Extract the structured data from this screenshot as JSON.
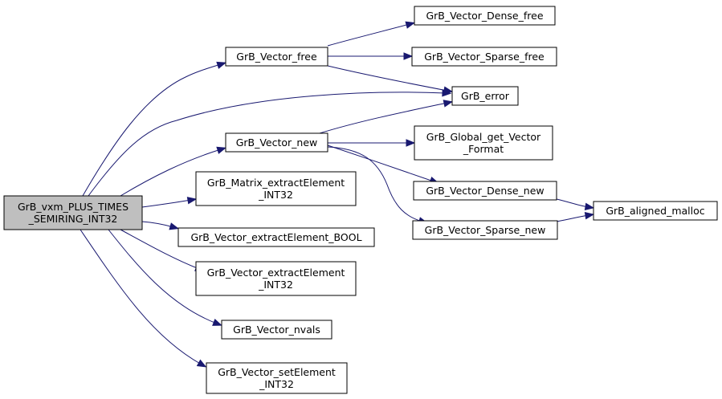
{
  "graph": {
    "edge_color": "#191970",
    "root_fill": "#bfbfbf",
    "nodes": [
      {
        "id": "root",
        "lines": [
          "GrB_vxm_PLUS_TIMES",
          "_SEMIRING_INT32"
        ],
        "root": true
      },
      {
        "id": "vfree",
        "lines": [
          "GrB_Vector_free"
        ]
      },
      {
        "id": "vnew",
        "lines": [
          "GrB_Vector_new"
        ]
      },
      {
        "id": "mextract",
        "lines": [
          "GrB_Matrix_extractElement",
          "_INT32"
        ]
      },
      {
        "id": "vextractbool",
        "lines": [
          "GrB_Vector_extractElement_BOOL"
        ]
      },
      {
        "id": "vextractint",
        "lines": [
          "GrB_Vector_extractElement",
          "_INT32"
        ]
      },
      {
        "id": "vnvals",
        "lines": [
          "GrB_Vector_nvals"
        ]
      },
      {
        "id": "vset",
        "lines": [
          "GrB_Vector_setElement",
          "_INT32"
        ]
      },
      {
        "id": "densefree",
        "lines": [
          "GrB_Vector_Dense_free"
        ]
      },
      {
        "id": "sparsefree",
        "lines": [
          "GrB_Vector_Sparse_free"
        ]
      },
      {
        "id": "error",
        "lines": [
          "GrB_error"
        ]
      },
      {
        "id": "globalfmt",
        "lines": [
          "GrB_Global_get_Vector",
          "_Format"
        ]
      },
      {
        "id": "densenew",
        "lines": [
          "GrB_Vector_Dense_new"
        ]
      },
      {
        "id": "sparsenew",
        "lines": [
          "GrB_Vector_Sparse_new"
        ]
      },
      {
        "id": "malloc",
        "lines": [
          "GrB_aligned_malloc"
        ]
      }
    ],
    "edges": [
      {
        "from": "root",
        "to": "vfree"
      },
      {
        "from": "root",
        "to": "error"
      },
      {
        "from": "root",
        "to": "vnew"
      },
      {
        "from": "root",
        "to": "mextract"
      },
      {
        "from": "root",
        "to": "vextractbool"
      },
      {
        "from": "root",
        "to": "vextractint"
      },
      {
        "from": "root",
        "to": "vnvals"
      },
      {
        "from": "root",
        "to": "vset"
      },
      {
        "from": "vfree",
        "to": "densefree"
      },
      {
        "from": "vfree",
        "to": "sparsefree"
      },
      {
        "from": "vfree",
        "to": "error"
      },
      {
        "from": "vnew",
        "to": "error"
      },
      {
        "from": "vnew",
        "to": "globalfmt"
      },
      {
        "from": "vnew",
        "to": "densenew"
      },
      {
        "from": "vnew",
        "to": "sparsenew"
      },
      {
        "from": "densenew",
        "to": "malloc"
      },
      {
        "from": "sparsenew",
        "to": "malloc"
      }
    ]
  }
}
